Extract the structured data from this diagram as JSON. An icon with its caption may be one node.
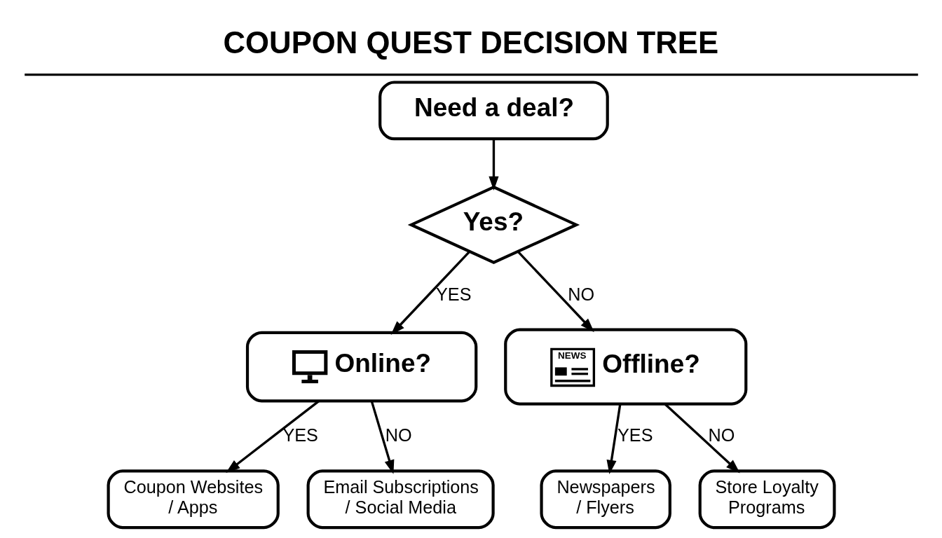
{
  "diagram": {
    "title": "COUPON QUEST DECISION TREE",
    "nodes": [
      {
        "text": [
          "Need a deal?"
        ]
      },
      {
        "text": [
          "Yes?"
        ]
      },
      {
        "text": [
          "Online?"
        ]
      },
      {
        "text": [
          "NEWS",
          "Offline?"
        ]
      },
      {
        "text": [
          "Coupon Websites / Apps"
        ]
      },
      {
        "text": [
          "Email Subscriptions / Social Media"
        ]
      },
      {
        "text": [
          "Newspapers / Flyers"
        ]
      },
      {
        "text": [
          "Store Loyalty Programs"
        ]
      }
    ],
    "edges": [
      {
        "from": 0,
        "to": 1,
        "arrow": "to"
      },
      {
        "from": 1,
        "to": 2,
        "arrow": "to",
        "label": "YES"
      },
      {
        "from": 1,
        "to": 3,
        "arrow": "to",
        "label": "NO"
      },
      {
        "from": 2,
        "to": 4,
        "arrow": "to",
        "label": "YES"
      },
      {
        "from": 2,
        "to": 5,
        "arrow": "to",
        "label": "NO"
      },
      {
        "from": 3,
        "to": 6,
        "arrow": "to",
        "label": "YES"
      },
      {
        "from": 3,
        "to": 7,
        "arrow": "to",
        "label": "NO"
      }
    ]
  }
}
